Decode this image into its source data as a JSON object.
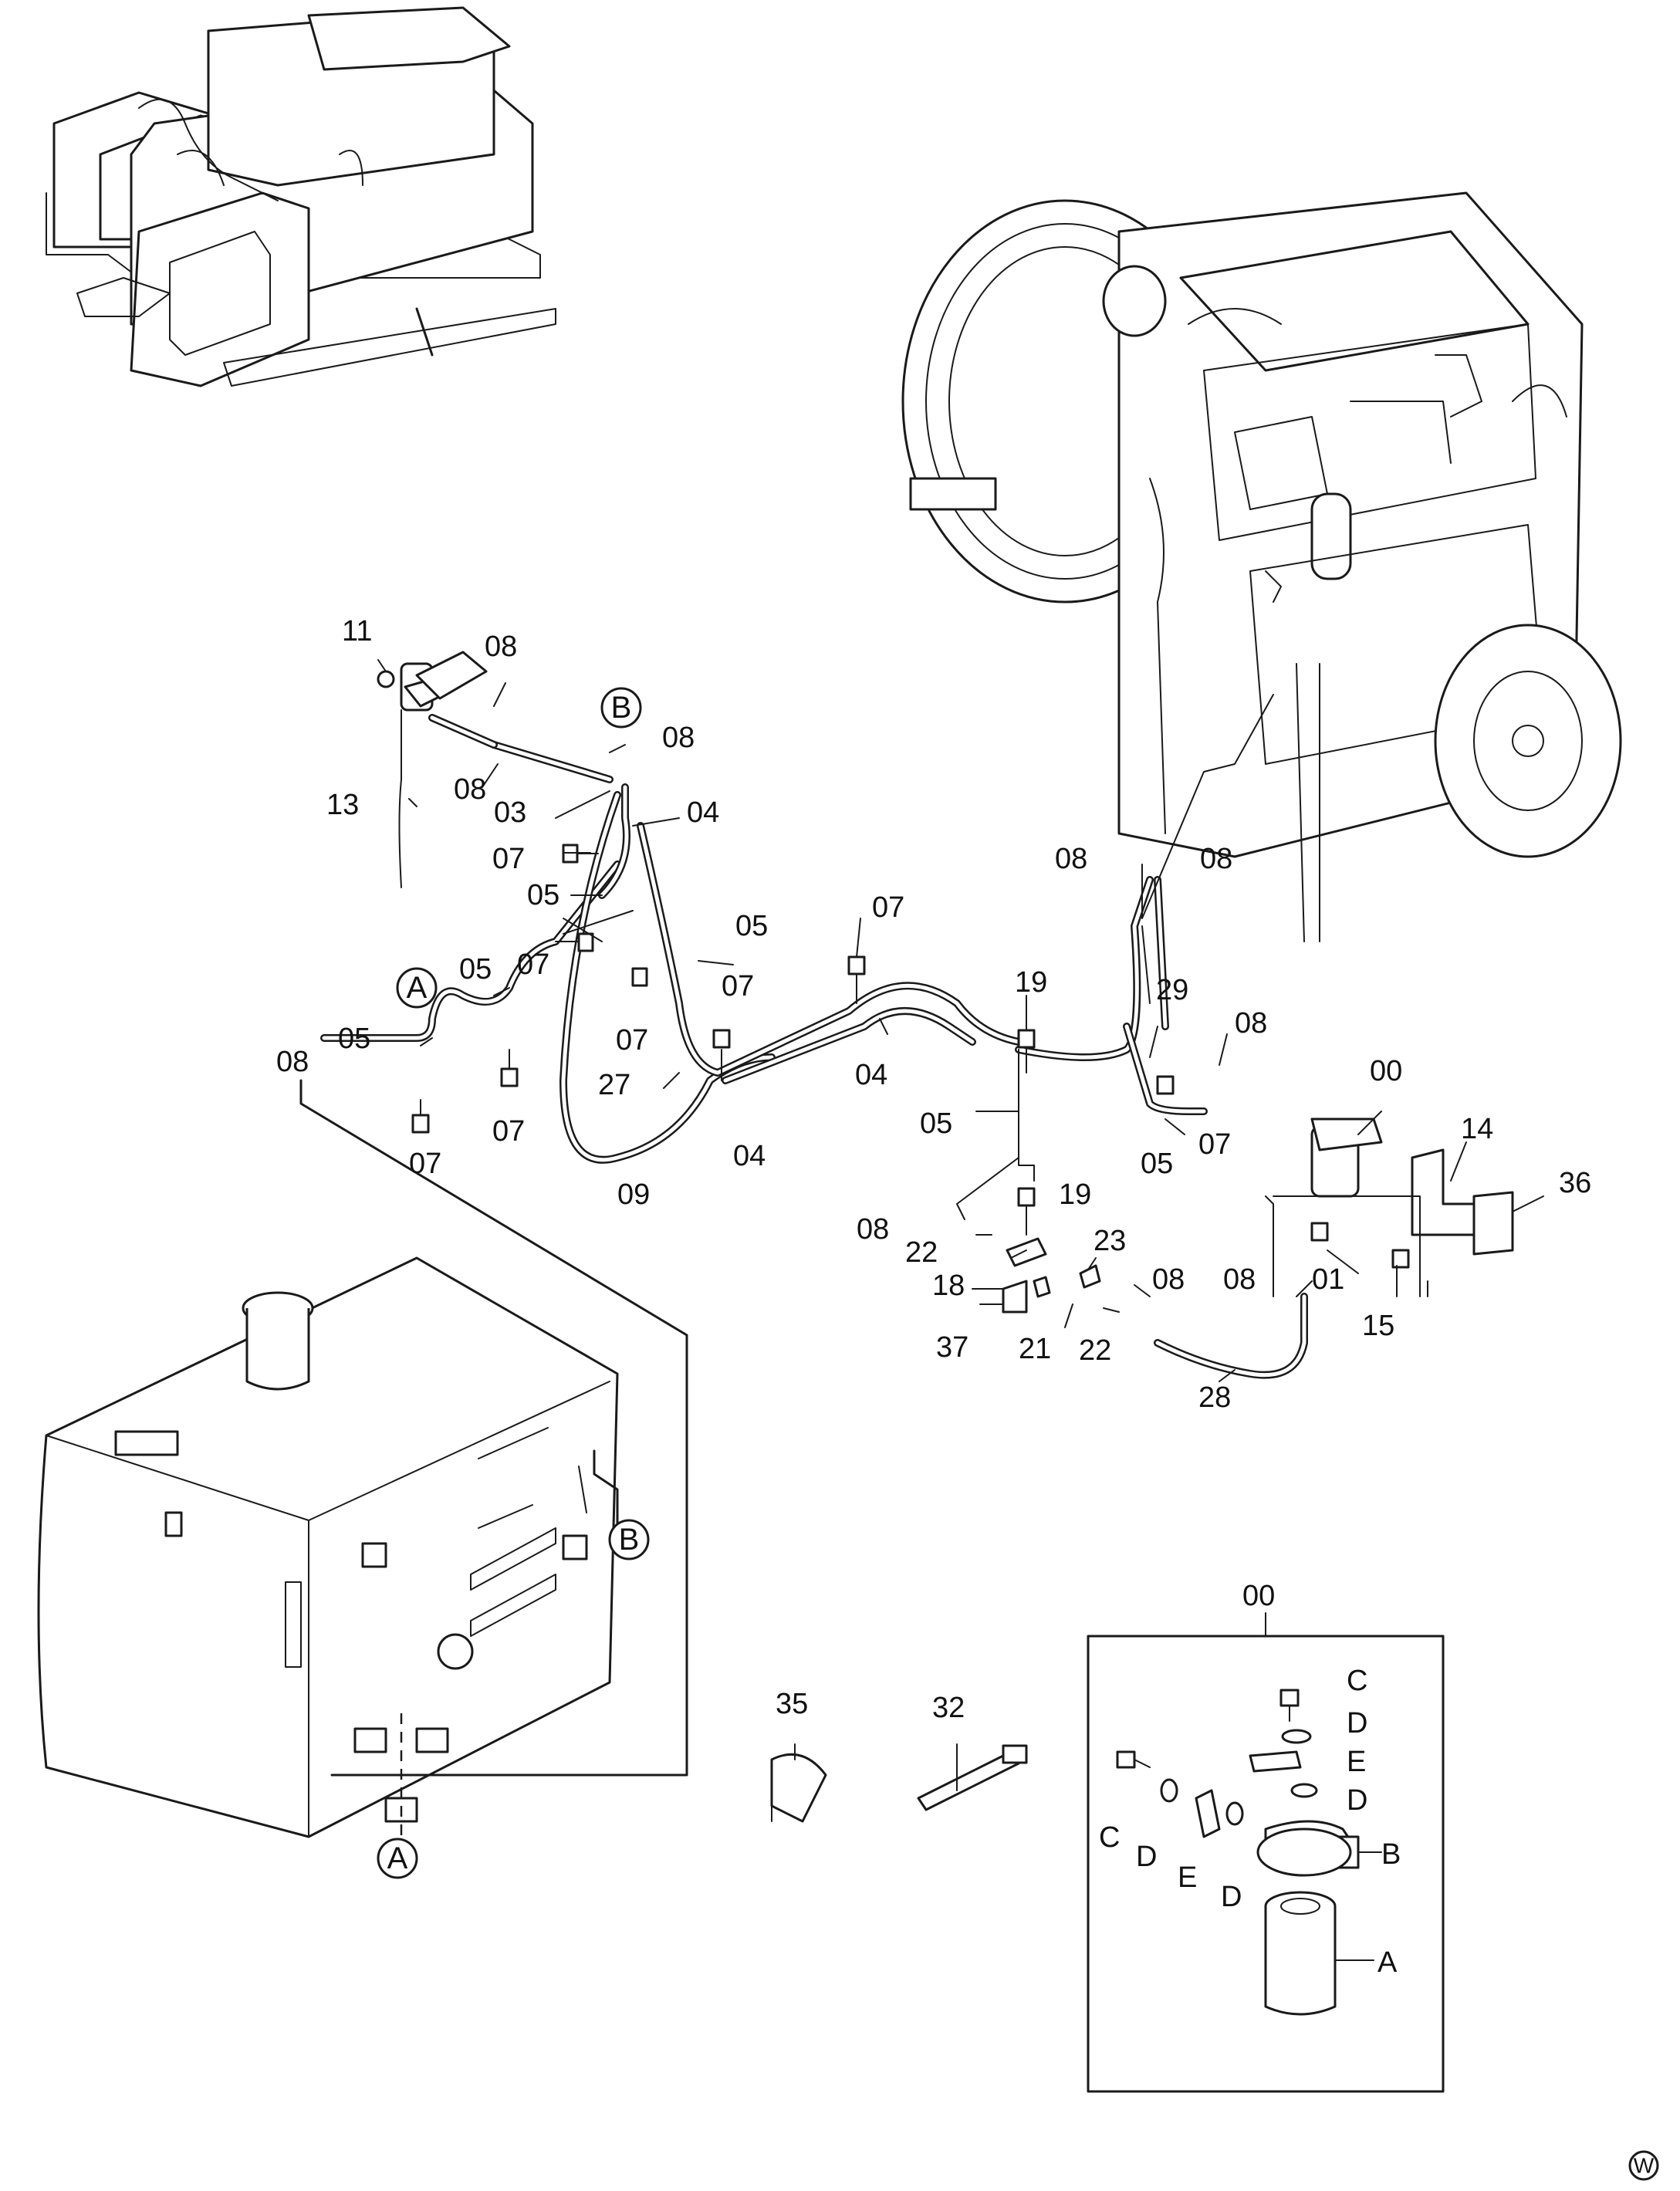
{
  "callouts": {
    "p11": "11",
    "p08a": "08",
    "p08b": "08",
    "p08c": "08",
    "p13": "13",
    "p03": "03",
    "p04a": "04",
    "p07a": "07",
    "p05a": "05",
    "p07b": "07",
    "p05b": "05",
    "p07c": "07",
    "p05c": "05",
    "p05d": "05",
    "p08d": "08",
    "p07d": "07",
    "p07e": "07",
    "p27": "27",
    "p09": "09",
    "p04b": "04",
    "p07f": "07",
    "p04c": "04",
    "p07g": "07",
    "p19a": "19",
    "p05e": "05",
    "p29": "29",
    "p08e": "08",
    "p08f": "08",
    "p08g": "08",
    "p07h": "07",
    "p05f": "05",
    "p00a": "00",
    "p14": "14",
    "p36": "36",
    "p08h": "08",
    "p22a": "22",
    "p19b": "19",
    "p18": "18",
    "p23": "23",
    "p37": "37",
    "p21": "21",
    "p22b": "22",
    "p08i": "08",
    "p08j": "08",
    "p01": "01",
    "p15": "15",
    "p28": "28",
    "p35": "35",
    "p32": "32",
    "p00b": "00",
    "detail_c1": "C",
    "detail_d1": "D",
    "detail_e1": "E",
    "detail_d2": "D",
    "detail_c2": "C",
    "detail_d3": "D",
    "detail_e2": "E",
    "detail_d4": "D",
    "detail_b": "B",
    "detail_a": "A"
  },
  "markers": {
    "b_top": "B",
    "a_left": "A",
    "b_tank": "B",
    "a_tank": "A",
    "corner": "W"
  }
}
